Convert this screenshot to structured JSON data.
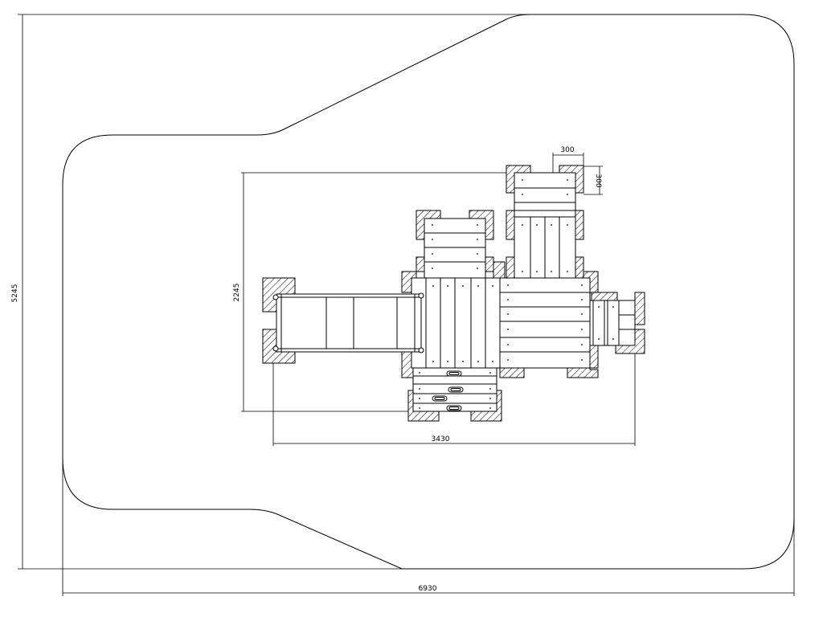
{
  "drawing": {
    "view": "top-plan",
    "dimensions": {
      "overall_width": "6930",
      "overall_height": "5245",
      "equipment_width": "3430",
      "equipment_height": "2245",
      "post_width": "300",
      "post_depth": "300"
    },
    "colors": {
      "line": "#000000",
      "background": "#ffffff"
    }
  }
}
